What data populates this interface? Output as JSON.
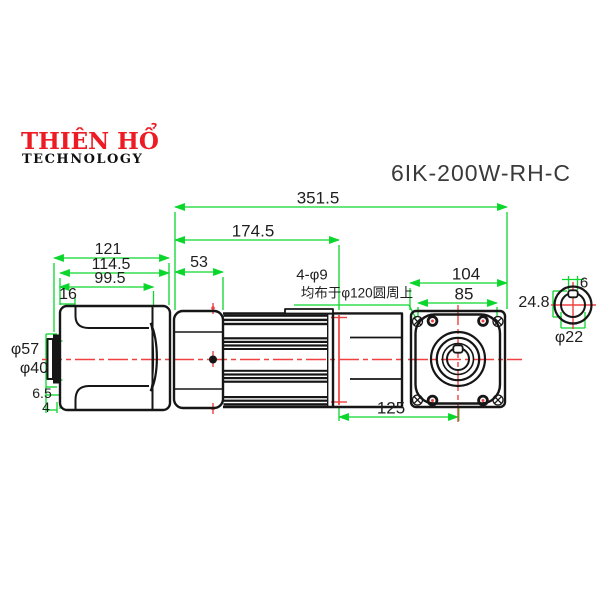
{
  "logo": {
    "brand": "THIÊN HỔ",
    "tagline": "TECHNOLOGY"
  },
  "title": "6IK-200W-RH-C",
  "colors": {
    "dimension": "#0ad62c",
    "centerline": "#f04040",
    "outline": "#161616",
    "text": "#1e1e1e",
    "title_text": "#3a3a3a",
    "logo_red": "#ed1c24"
  },
  "drawing": {
    "dims": {
      "overall_length": "351.5",
      "motor_assembly_length": "174.5",
      "rear_view_width": "121",
      "rear_view_width_mid": "114.5",
      "rear_view_width_inner": "99.5",
      "rear_step": "16",
      "rear_housing_length": "53",
      "flange_width": "104",
      "bolt_spacing": "85",
      "gearbox_length": "125",
      "hole_callout": "4-φ9",
      "hole_note": "均布于φ120圆周上",
      "key_width": "6",
      "bore_keyway_depth": "24.8",
      "bore_diameter": "φ22",
      "fan_boss_diameter": "φ57",
      "shaft_boss_diameter": "φ40",
      "boss_length": "6.5",
      "shaft_stub_length": "4"
    }
  }
}
